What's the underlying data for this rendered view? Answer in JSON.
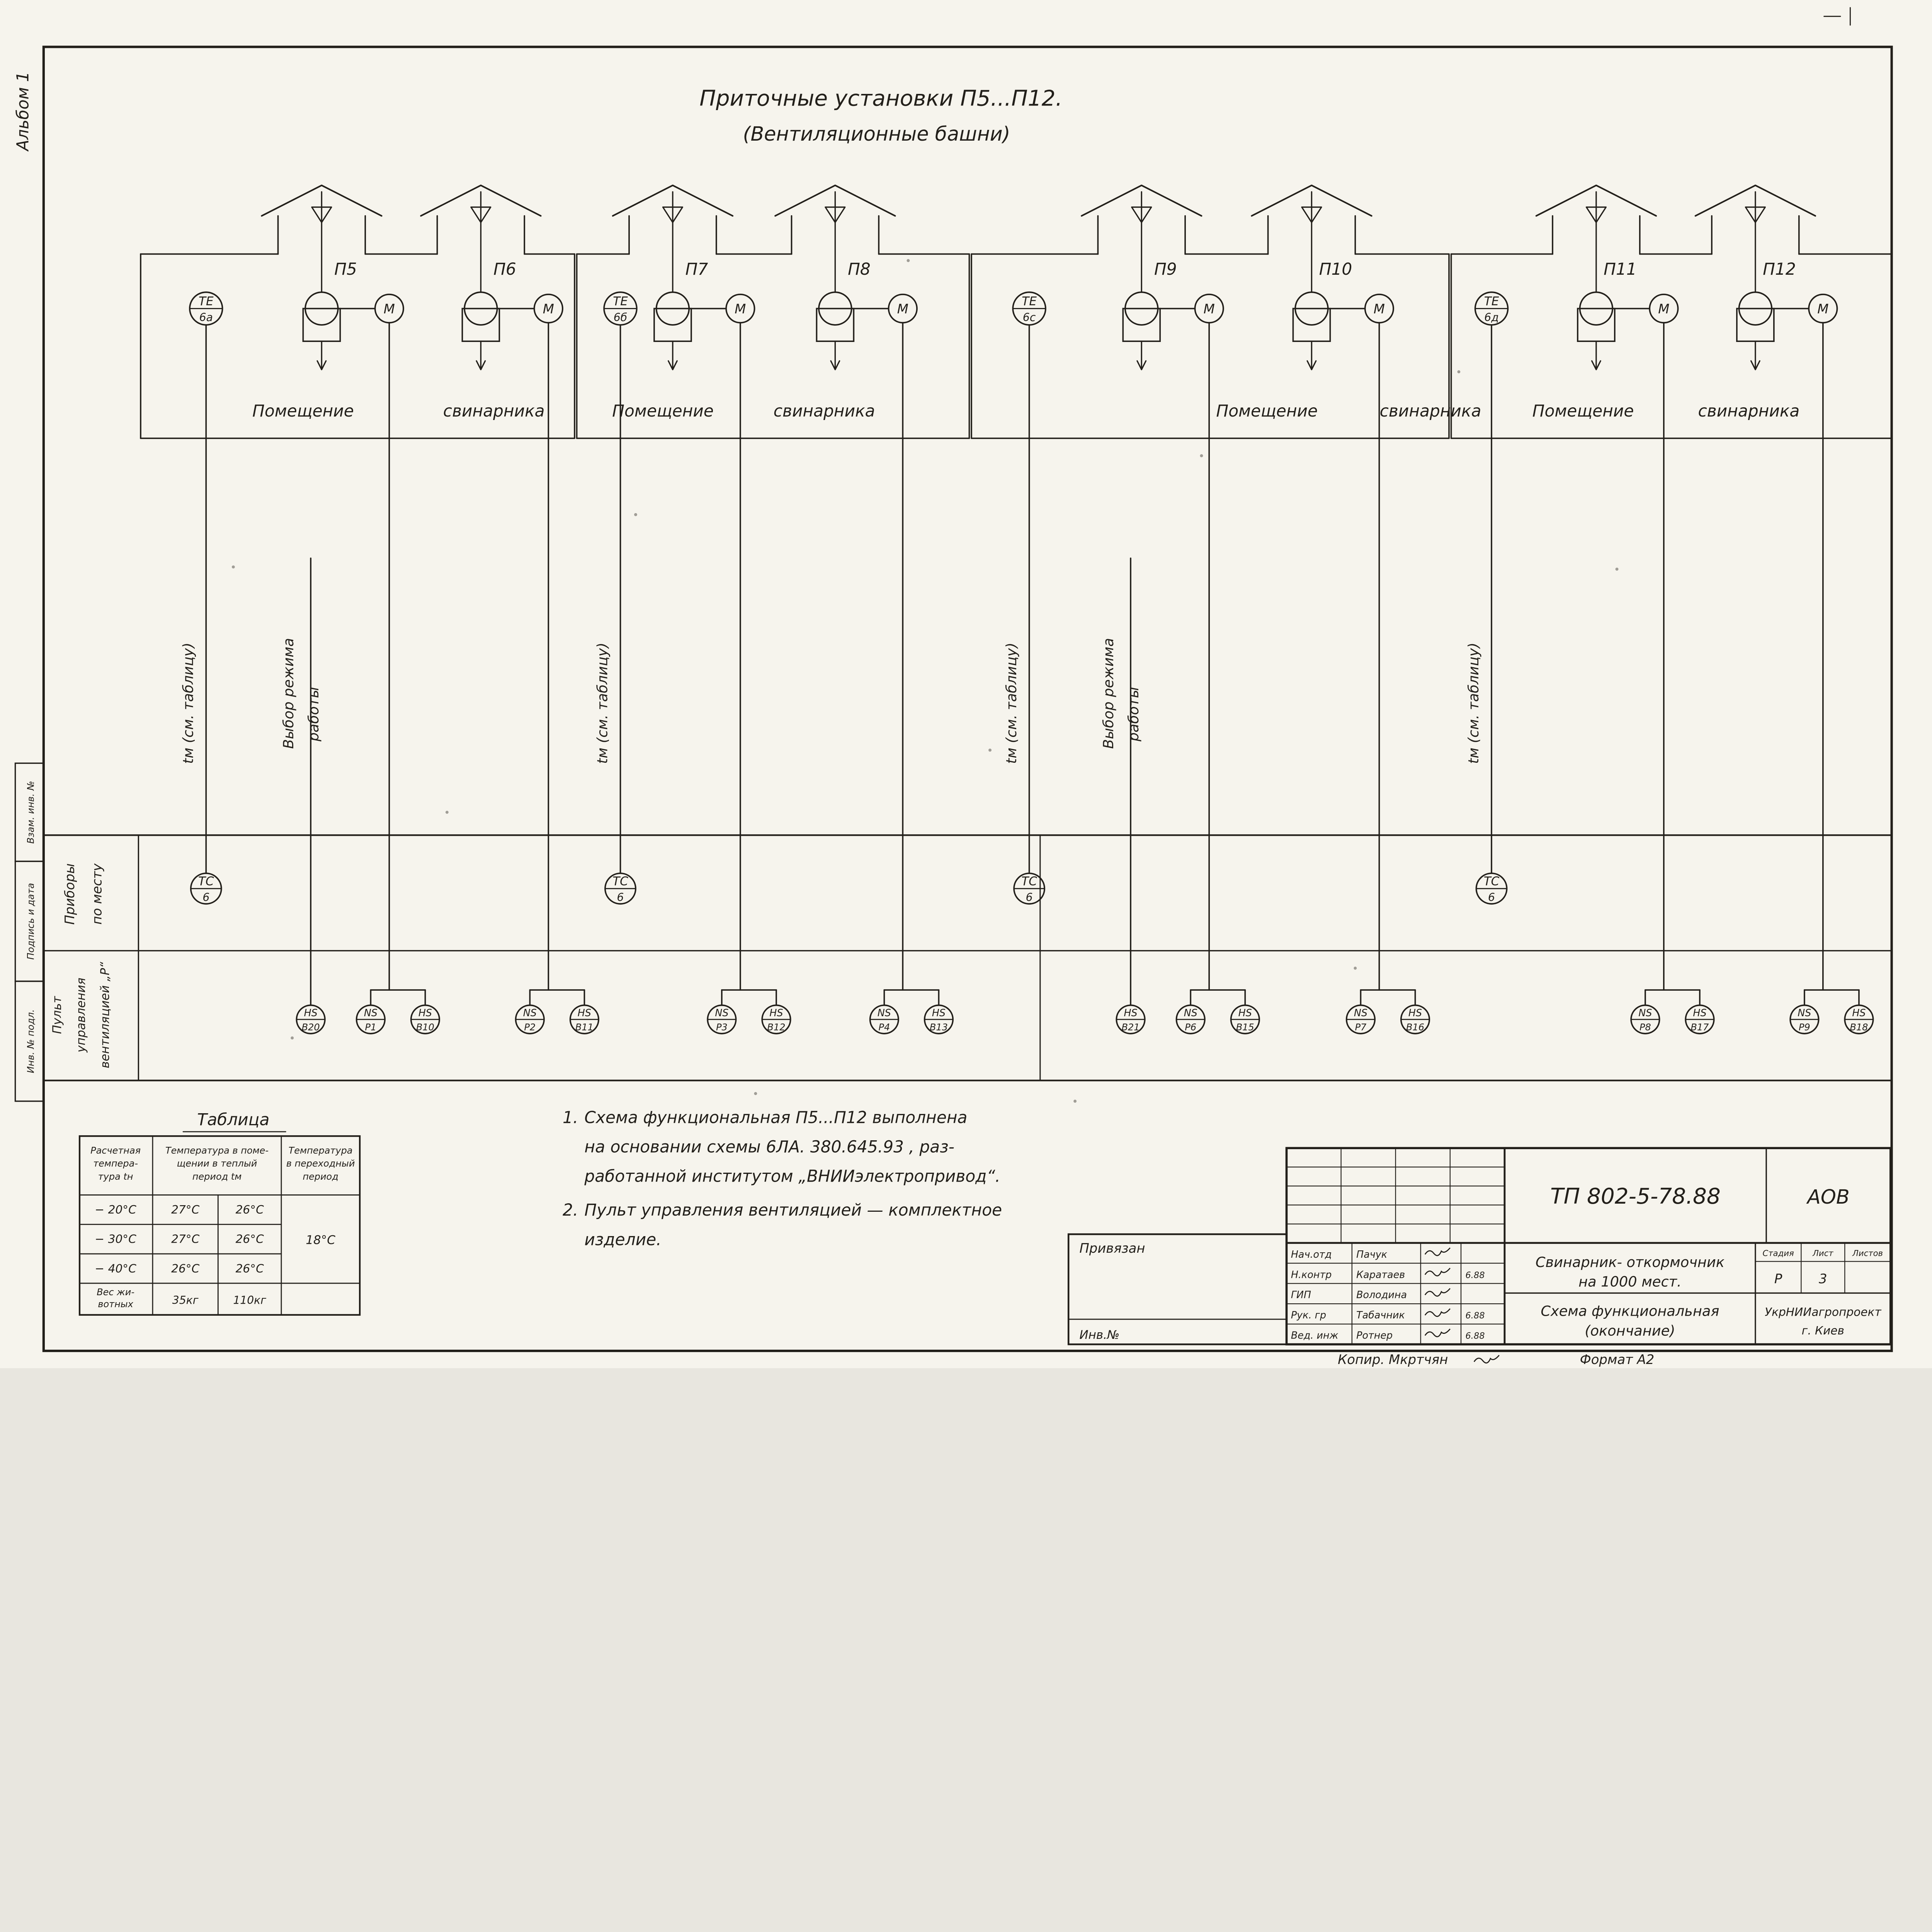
{
  "colors": {
    "ink": "#221f1a",
    "paper": "#f6f4ed"
  },
  "page": {
    "album": "Альбом 1",
    "margin_labels": [
      "Взам. инв. №",
      "Подпись и дата",
      "Инв. № подл."
    ],
    "copy_label": "Копир. Мкртчян",
    "format_label": "Формат А2"
  },
  "title": {
    "line1": "Приточные  установки  П5...П12.",
    "line2": "(Вентиляционные  башни)"
  },
  "labels": {
    "te_tag": "ТЕ",
    "tc_tag": "ТС",
    "tc_num": "6",
    "ns_tag": "NS",
    "hs_tag": "HS",
    "motor": "М",
    "room1": "Помещение",
    "room2": "свинарника",
    "temp_ref": "tм (см. таблицу)",
    "mode_ref1": "Выбор  режима",
    "mode_ref2": "работы"
  },
  "groups": [
    {
      "te_num": "6а",
      "mode_switch": "В20",
      "units": [
        {
          "id": "П5",
          "ns": "Р1",
          "hs": "В10"
        },
        {
          "id": "П6",
          "ns": "Р2",
          "hs": "В11"
        }
      ]
    },
    {
      "te_num": "6б",
      "units": [
        {
          "id": "П7",
          "ns": "Р3",
          "hs": "В12"
        },
        {
          "id": "П8",
          "ns": "Р4",
          "hs": "В13"
        }
      ]
    },
    {
      "te_num": "6с",
      "mode_switch": "В21",
      "units": [
        {
          "id": "П9",
          "ns": "Р6",
          "hs": "В15"
        },
        {
          "id": "П10",
          "ns": "Р7",
          "hs": "В16"
        }
      ]
    },
    {
      "te_num": "6д",
      "units": [
        {
          "id": "П11",
          "ns": "Р8",
          "hs": "В17"
        },
        {
          "id": "П12",
          "ns": "Р9",
          "hs": "В18"
        }
      ]
    }
  ],
  "rows": {
    "instruments_label": [
      "Приборы",
      "по месту"
    ],
    "panel_label": [
      "Пульт",
      "управления",
      "вентиляцией „Р“"
    ]
  },
  "table": {
    "title": "Таблица",
    "col1_header": [
      "Расчетная",
      "темпера-",
      "тура  tн"
    ],
    "col23_header": [
      "Температура в поме-",
      "щении в теплый",
      "период   tм"
    ],
    "col4_header": [
      "Температура",
      "в переходный",
      "период"
    ],
    "rows": [
      [
        "− 20°C",
        "27°C",
        "26°C"
      ],
      [
        "− 30°C",
        "27°C",
        "26°C"
      ],
      [
        "− 40°C",
        "26°C",
        "26°C"
      ]
    ],
    "weights_row": [
      "Вес жи-",
      "вотных",
      "35кг",
      "110кг"
    ],
    "transition_value": "18°C"
  },
  "notes": [
    {
      "num": "1.",
      "lines": [
        "Схема  функциональная  П5...П12  выполнена",
        "на основании  схемы  6ЛА. 380.645.93 ,  раз-",
        "работанной  институтом  „ВНИИэлектропривод“."
      ]
    },
    {
      "num": "2.",
      "lines": [
        "Пульт  управления  вентиляцией — комплектное",
        "изделие."
      ]
    }
  ],
  "title_block": {
    "doc_number": "ТП  802-5-78.88",
    "doc_suffix": "АОВ",
    "binding_label": "Привязан",
    "inv_label": "Инв.№",
    "signature_rows": [
      {
        "role": "Нач.отд",
        "name": "Пачук",
        "date": ""
      },
      {
        "role": "Н.контр",
        "name": "Каратаев",
        "date": "6.88"
      },
      {
        "role": "ГИП",
        "name": "Володина",
        "date": ""
      },
      {
        "role": "Рук. гр",
        "name": "Табачник",
        "date": "6.88"
      },
      {
        "role": "Вед. инж",
        "name": "Ротнер",
        "date": "6.88"
      }
    ],
    "object_lines": [
      "Свинарник- откормочник",
      "на 1000 мест."
    ],
    "stage_headers": [
      "Стадия",
      "Лист",
      "Листов"
    ],
    "stage_values": [
      "Р",
      "3",
      ""
    ],
    "sheet_title_lines": [
      "Схема  функциональная",
      "(окончание)"
    ],
    "org_lines": [
      "УкрНИИагропроект",
      "г. Киев"
    ]
  }
}
